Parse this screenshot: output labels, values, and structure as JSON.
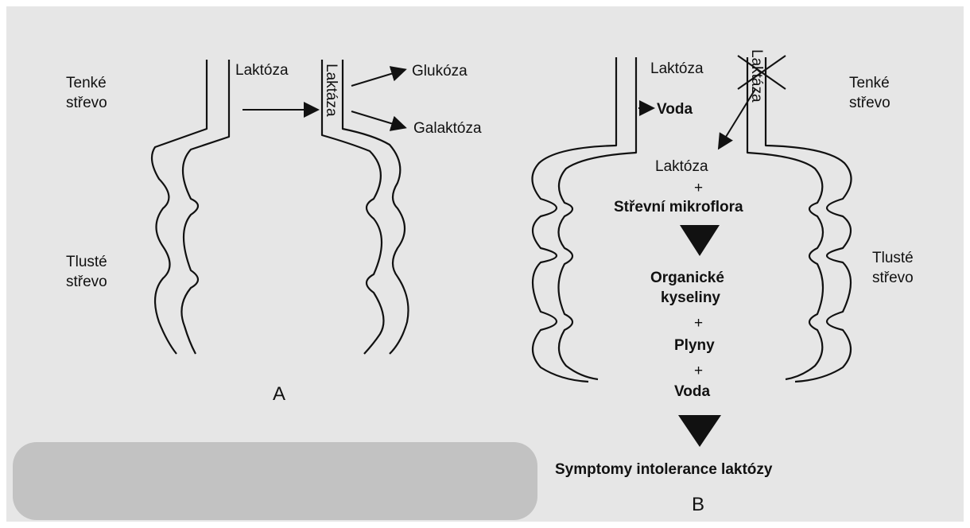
{
  "panel_a": {
    "label": "A",
    "small_intestine": [
      "Tenké",
      "střevo"
    ],
    "large_intestine": [
      "Tlusté",
      "střevo"
    ],
    "lactose": "Laktóza",
    "enzyme": "Laktáza",
    "glucose": "Glukóza",
    "galactose": "Galaktóza"
  },
  "panel_b": {
    "label": "B",
    "small_intestine": [
      "Tenké",
      "střevo"
    ],
    "large_intestine": [
      "Tlusté",
      "střevo"
    ],
    "lactose_top": "Laktóza",
    "enzyme": "Laktáza",
    "water_top": "Voda",
    "lactose_mid": "Laktóza",
    "plus": "+",
    "microflora": "Střevní mikroflora",
    "acids": [
      "Organické",
      "kyseliny"
    ],
    "gases": "Plyny",
    "water_bottom": "Voda",
    "symptoms": "Symptomy intolerance laktózy"
  },
  "colors": {
    "background": "#e6e6e6",
    "ink": "#111111",
    "redaction": "#c2c2c2"
  }
}
